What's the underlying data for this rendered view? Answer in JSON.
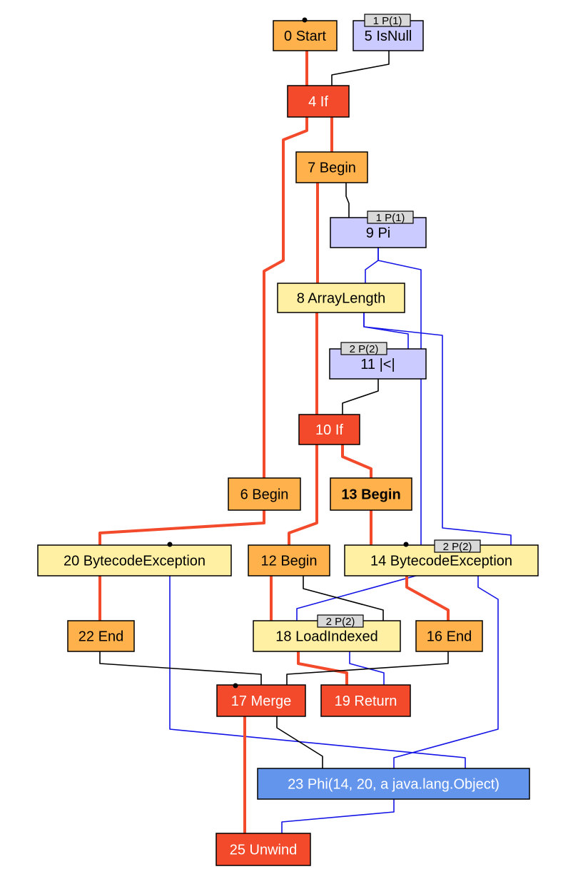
{
  "colors": {
    "control": "#f24a2b",
    "fixed": "#ffb24c",
    "floating": "#cccbff",
    "value": "#fff0a3",
    "phi": "#6495ed",
    "badge": "#d9d9d9",
    "edge_control": "#f24a2b",
    "edge_data": "#1414e6",
    "edge_input": "#000000"
  },
  "nodes": [
    {
      "id": "n0",
      "label": "0 Start",
      "kind": "fixed"
    },
    {
      "id": "n5",
      "label": "5 IsNull",
      "kind": "floating",
      "badge": "1 P(1)"
    },
    {
      "id": "n4",
      "label": "4 If",
      "kind": "control"
    },
    {
      "id": "n7",
      "label": "7 Begin",
      "kind": "fixed"
    },
    {
      "id": "n9",
      "label": "9 Pi",
      "kind": "floating",
      "badge": "1 P(1)"
    },
    {
      "id": "n8",
      "label": "8 ArrayLength",
      "kind": "value"
    },
    {
      "id": "n11",
      "label": "11 |<|",
      "kind": "floating",
      "badge": "2 P(2)"
    },
    {
      "id": "n10",
      "label": "10 If",
      "kind": "control"
    },
    {
      "id": "n6",
      "label": "6 Begin",
      "kind": "fixed"
    },
    {
      "id": "n13",
      "label": "13 Begin",
      "kind": "fixed",
      "bold": true
    },
    {
      "id": "n20",
      "label": "20 BytecodeException",
      "kind": "value"
    },
    {
      "id": "n12",
      "label": "12 Begin",
      "kind": "fixed"
    },
    {
      "id": "n14",
      "label": "14 BytecodeException",
      "kind": "value",
      "badge": "2 P(2)"
    },
    {
      "id": "n22",
      "label": "22 End",
      "kind": "fixed"
    },
    {
      "id": "n18",
      "label": "18 LoadIndexed",
      "kind": "value",
      "badge": "2 P(2)"
    },
    {
      "id": "n16",
      "label": "16 End",
      "kind": "fixed"
    },
    {
      "id": "n17",
      "label": "17 Merge",
      "kind": "control"
    },
    {
      "id": "n19",
      "label": "19 Return",
      "kind": "control"
    },
    {
      "id": "n23",
      "label": "23 Phi(14, 20, a java.lang.Object)",
      "kind": "phi"
    },
    {
      "id": "n25",
      "label": "25 Unwind",
      "kind": "control"
    }
  ],
  "edges": [
    {
      "from": "n0",
      "to": "n4",
      "type": "control"
    },
    {
      "from": "n5",
      "to": "n4",
      "type": "input"
    },
    {
      "from": "n4",
      "to": "n7",
      "type": "control"
    },
    {
      "from": "n4",
      "to": "n6",
      "type": "control"
    },
    {
      "from": "n7",
      "to": "n8",
      "type": "control"
    },
    {
      "from": "n7",
      "to": "n9",
      "type": "input"
    },
    {
      "from": "n9",
      "to": "n8",
      "type": "data"
    },
    {
      "from": "n9",
      "to": "n18",
      "type": "data"
    },
    {
      "from": "n8",
      "to": "n11",
      "type": "data"
    },
    {
      "from": "n8",
      "to": "n14",
      "type": "data"
    },
    {
      "from": "n8",
      "to": "n10",
      "type": "control"
    },
    {
      "from": "n11",
      "to": "n10",
      "type": "input"
    },
    {
      "from": "n10",
      "to": "n12",
      "type": "control"
    },
    {
      "from": "n10",
      "to": "n13",
      "type": "control"
    },
    {
      "from": "n6",
      "to": "n20",
      "type": "control"
    },
    {
      "from": "n13",
      "to": "n14",
      "type": "control"
    },
    {
      "from": "n12",
      "to": "n18",
      "type": "control"
    },
    {
      "from": "n12",
      "to": "n18",
      "type": "input"
    },
    {
      "from": "n20",
      "to": "n22",
      "type": "control"
    },
    {
      "from": "n20",
      "to": "n23",
      "type": "data"
    },
    {
      "from": "n14",
      "to": "n16",
      "type": "control"
    },
    {
      "from": "n14",
      "to": "n23",
      "type": "data"
    },
    {
      "from": "n18",
      "to": "n19",
      "type": "control"
    },
    {
      "from": "n18",
      "to": "n19",
      "type": "data"
    },
    {
      "from": "n22",
      "to": "n17",
      "type": "input"
    },
    {
      "from": "n16",
      "to": "n17",
      "type": "input"
    },
    {
      "from": "n17",
      "to": "n23",
      "type": "input"
    },
    {
      "from": "n17",
      "to": "n25",
      "type": "control"
    },
    {
      "from": "n23",
      "to": "n25",
      "type": "data"
    }
  ]
}
